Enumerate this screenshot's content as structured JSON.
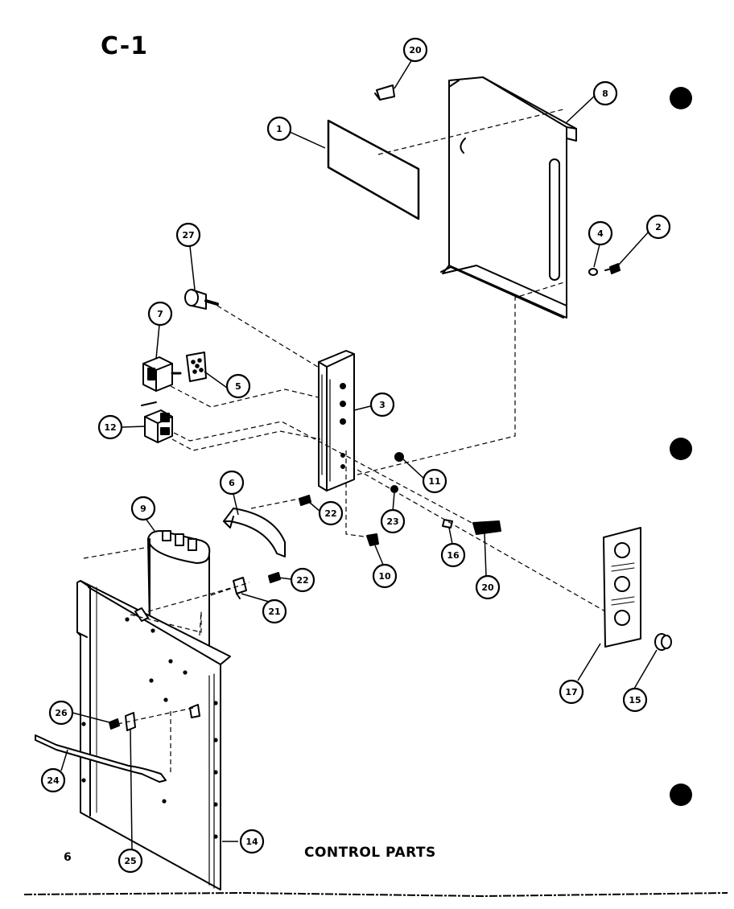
{
  "page_title": "C-1",
  "caption": "CONTROL PARTS",
  "page_number": "6",
  "callouts": {
    "c20a": "20",
    "c8a": "8",
    "c1": "1",
    "c4": "4",
    "c2": "2",
    "c27": "27",
    "c7": "7",
    "c5": "5",
    "c3": "3",
    "c12": "12",
    "c11": "11",
    "c6": "6",
    "c22a": "22",
    "c23": "23",
    "c9": "9",
    "c16": "16",
    "c20b": "20",
    "c10": "10",
    "c22b": "22",
    "c21": "21",
    "c17": "17",
    "c15": "15",
    "c26a": "26",
    "c24": "24",
    "c14": "14",
    "c25": "25"
  }
}
